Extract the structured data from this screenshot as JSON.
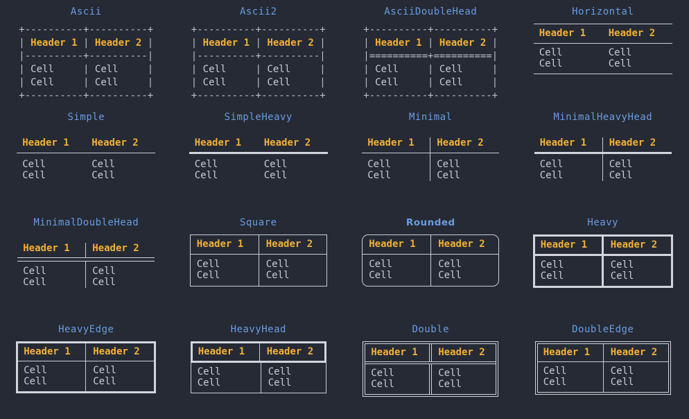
{
  "theme": {
    "background": "#252a35",
    "title_color": "#6a9ce0",
    "header_color": "#f2b035",
    "cell_color": "#c8cdd4",
    "line_color": "#c9ced6",
    "heavy_line_color": "#d2d6dc"
  },
  "labels": {
    "header1": "Header 1",
    "header2": "Header 2",
    "cell": "Cell"
  },
  "boxes": [
    {
      "name": "Ascii",
      "title": "Ascii",
      "kind": "ascii",
      "art": [
        "+----------+----------+",
        "| Header 1 | Header 2 |",
        "|----------+----------|",
        "| Cell     | Cell     |",
        "| Cell     | Cell     |",
        "+----------+----------+"
      ]
    },
    {
      "name": "Ascii2",
      "title": "Ascii2",
      "kind": "ascii",
      "art": [
        "+----------+----------+",
        "| Header 1 | Header 2 |",
        "|----------+----------|",
        "| Cell     | Cell     |",
        "| Cell     | Cell     |",
        "+----------+----------+"
      ]
    },
    {
      "name": "AsciiDoubleHead",
      "title": "AsciiDoubleHead",
      "kind": "ascii",
      "art": [
        "+----------+----------+",
        "| Header 1 | Header 2 |",
        "|==========+==========|",
        "| Cell     | Cell     |",
        "| Cell     | Cell     |",
        "+----------+----------+"
      ]
    },
    {
      "name": "Horizontal",
      "title": "Horizontal",
      "kind": "horizontal",
      "top_rule": "thin",
      "head_rule": "thin",
      "bottom_rule": "thin",
      "column_divider": "none"
    },
    {
      "name": "Simple",
      "title": "Simple",
      "kind": "simple",
      "head_rule": "thin",
      "column_divider": "none"
    },
    {
      "name": "SimpleHeavy",
      "title": "SimpleHeavy",
      "kind": "simple",
      "head_rule": "thick",
      "column_divider": "none"
    },
    {
      "name": "Minimal",
      "title": "Minimal",
      "kind": "minimal",
      "head_rule": "thin",
      "column_divider": "thin"
    },
    {
      "name": "MinimalHeavyHead",
      "title": "MinimalHeavyHead",
      "kind": "minimal",
      "head_rule": "thick",
      "column_divider": "thin"
    },
    {
      "name": "MinimalDoubleHead",
      "title": "MinimalDoubleHead",
      "kind": "minimal",
      "head_rule": "double",
      "column_divider": "thin"
    },
    {
      "name": "Square",
      "title": "Square",
      "kind": "boxed",
      "edge": "thin",
      "inner": "thin",
      "head_rule": "thin",
      "corners": "square"
    },
    {
      "name": "Rounded",
      "title": "Rounded",
      "title_font": "proportional",
      "kind": "boxed",
      "edge": "thin",
      "inner": "thin",
      "head_rule": "thin",
      "corners": "rounded"
    },
    {
      "name": "Heavy",
      "title": "Heavy",
      "kind": "boxed",
      "edge": "thick",
      "inner": "thick",
      "head_rule": "thick",
      "corners": "square"
    },
    {
      "name": "HeavyEdge",
      "title": "HeavyEdge",
      "kind": "boxed",
      "edge": "thick",
      "inner": "thin",
      "head_rule": "thin",
      "corners": "square"
    },
    {
      "name": "HeavyHead",
      "title": "HeavyHead",
      "kind": "boxed-headheavy",
      "edge": "thin",
      "inner": "thin",
      "head_rule": "thick",
      "corners": "square"
    },
    {
      "name": "Double",
      "title": "Double",
      "kind": "boxed-double-all",
      "edge": "double",
      "inner": "double",
      "head_rule": "double",
      "corners": "square"
    },
    {
      "name": "DoubleEdge",
      "title": "DoubleEdge",
      "kind": "boxed-double-edge",
      "edge": "double",
      "inner": "thin",
      "head_rule": "thin",
      "corners": "square"
    }
  ]
}
